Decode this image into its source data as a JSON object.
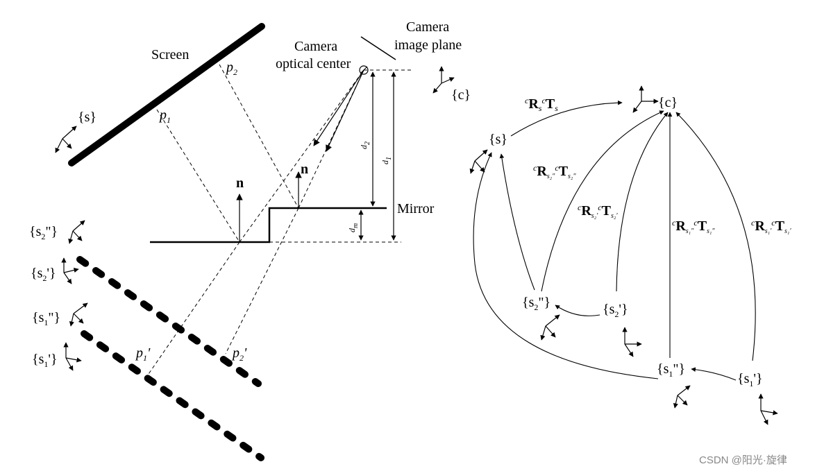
{
  "labels": {
    "screen": "Screen",
    "camera_optical_center_1": "Camera",
    "camera_optical_center_2": "optical center",
    "camera_image_plane_1": "Camera",
    "camera_image_plane_2": "image plane",
    "mirror": "Mirror",
    "normal": "n",
    "frame_s": "{s}",
    "frame_c": "{c}",
    "p": "p",
    "p1_sub": "1",
    "p2_sub": "2",
    "prime": "'",
    "d": "d",
    "d1_sub": "1",
    "d2_sub": "2",
    "dm_sub": "m"
  },
  "virtual_frames": {
    "s2pp_open": "{s",
    "s2pp_sub": "2",
    "s2pp_close": "\"}",
    "s2p_open": "{s",
    "s2p_sub": "2",
    "s2p_close": "'}",
    "s1pp_open": "{s",
    "s1pp_sub": "1",
    "s1pp_close": "\"}",
    "s1p_open": "{s",
    "s1p_sub": "1",
    "s1p_close": "'}"
  },
  "graph_edges": {
    "c_sup": "c",
    "R": "R",
    "T": "T",
    "s": "s",
    "s2pp": "s₂\"",
    "s2p": "s₂'",
    "s1pp": "s₁\"",
    "s1p": "s₁'"
  },
  "watermark": "CSDN @阳光·旋律"
}
